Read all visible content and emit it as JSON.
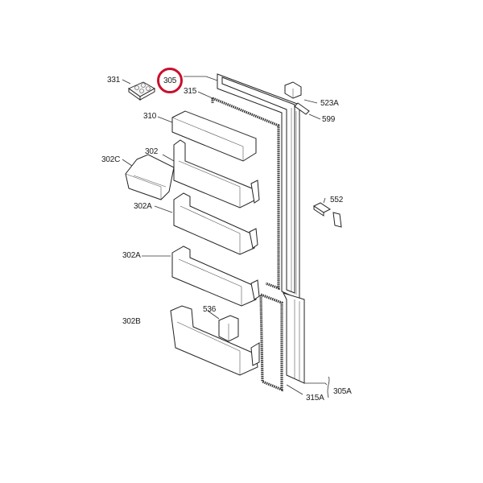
{
  "diagram": {
    "title": "Refrigerator door exploded parts diagram",
    "highlight": {
      "part": "305",
      "color": "#c8102e"
    },
    "parts": [
      {
        "id": "331",
        "label": "331",
        "description": "small tray / egg holder"
      },
      {
        "id": "305",
        "label": "305",
        "description": "upper door (highlighted)"
      },
      {
        "id": "315",
        "label": "315",
        "description": "upper door gasket"
      },
      {
        "id": "310",
        "label": "310",
        "description": "dairy compartment flap"
      },
      {
        "id": "302",
        "label": "302",
        "description": "door shelf"
      },
      {
        "id": "302C",
        "label": "302C",
        "description": "small door bin"
      },
      {
        "id": "302A_1",
        "label": "302A",
        "description": "door shelf"
      },
      {
        "id": "302A_2",
        "label": "302A",
        "description": "door shelf"
      },
      {
        "id": "302B",
        "label": "302B",
        "description": "bottle shelf"
      },
      {
        "id": "536",
        "label": "536",
        "description": "bottle holder"
      },
      {
        "id": "523A",
        "label": "523A",
        "description": "hinge cover"
      },
      {
        "id": "599",
        "label": "599",
        "description": "hinge pin"
      },
      {
        "id": "552",
        "label": "552",
        "description": "door hinge bracket"
      },
      {
        "id": "305A",
        "label": "305A",
        "description": "lower door"
      },
      {
        "id": "315A",
        "label": "315A",
        "description": "lower door gasket"
      }
    ]
  }
}
